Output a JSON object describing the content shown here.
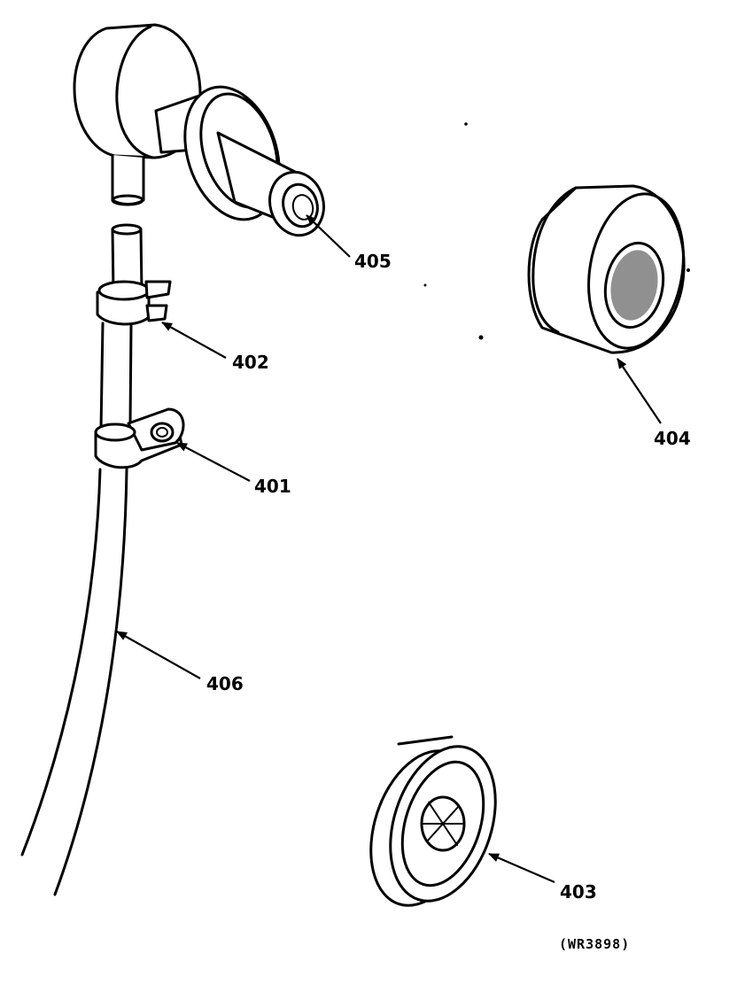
{
  "diagram": {
    "callouts": {
      "p405": "405",
      "p404": "404",
      "p402": "402",
      "p401": "401",
      "p406": "406",
      "p403": "403"
    },
    "reference_code": "(WR3898)"
  },
  "colors": {
    "line": "#000000",
    "background": "#ffffff",
    "speckle": "#333333"
  }
}
